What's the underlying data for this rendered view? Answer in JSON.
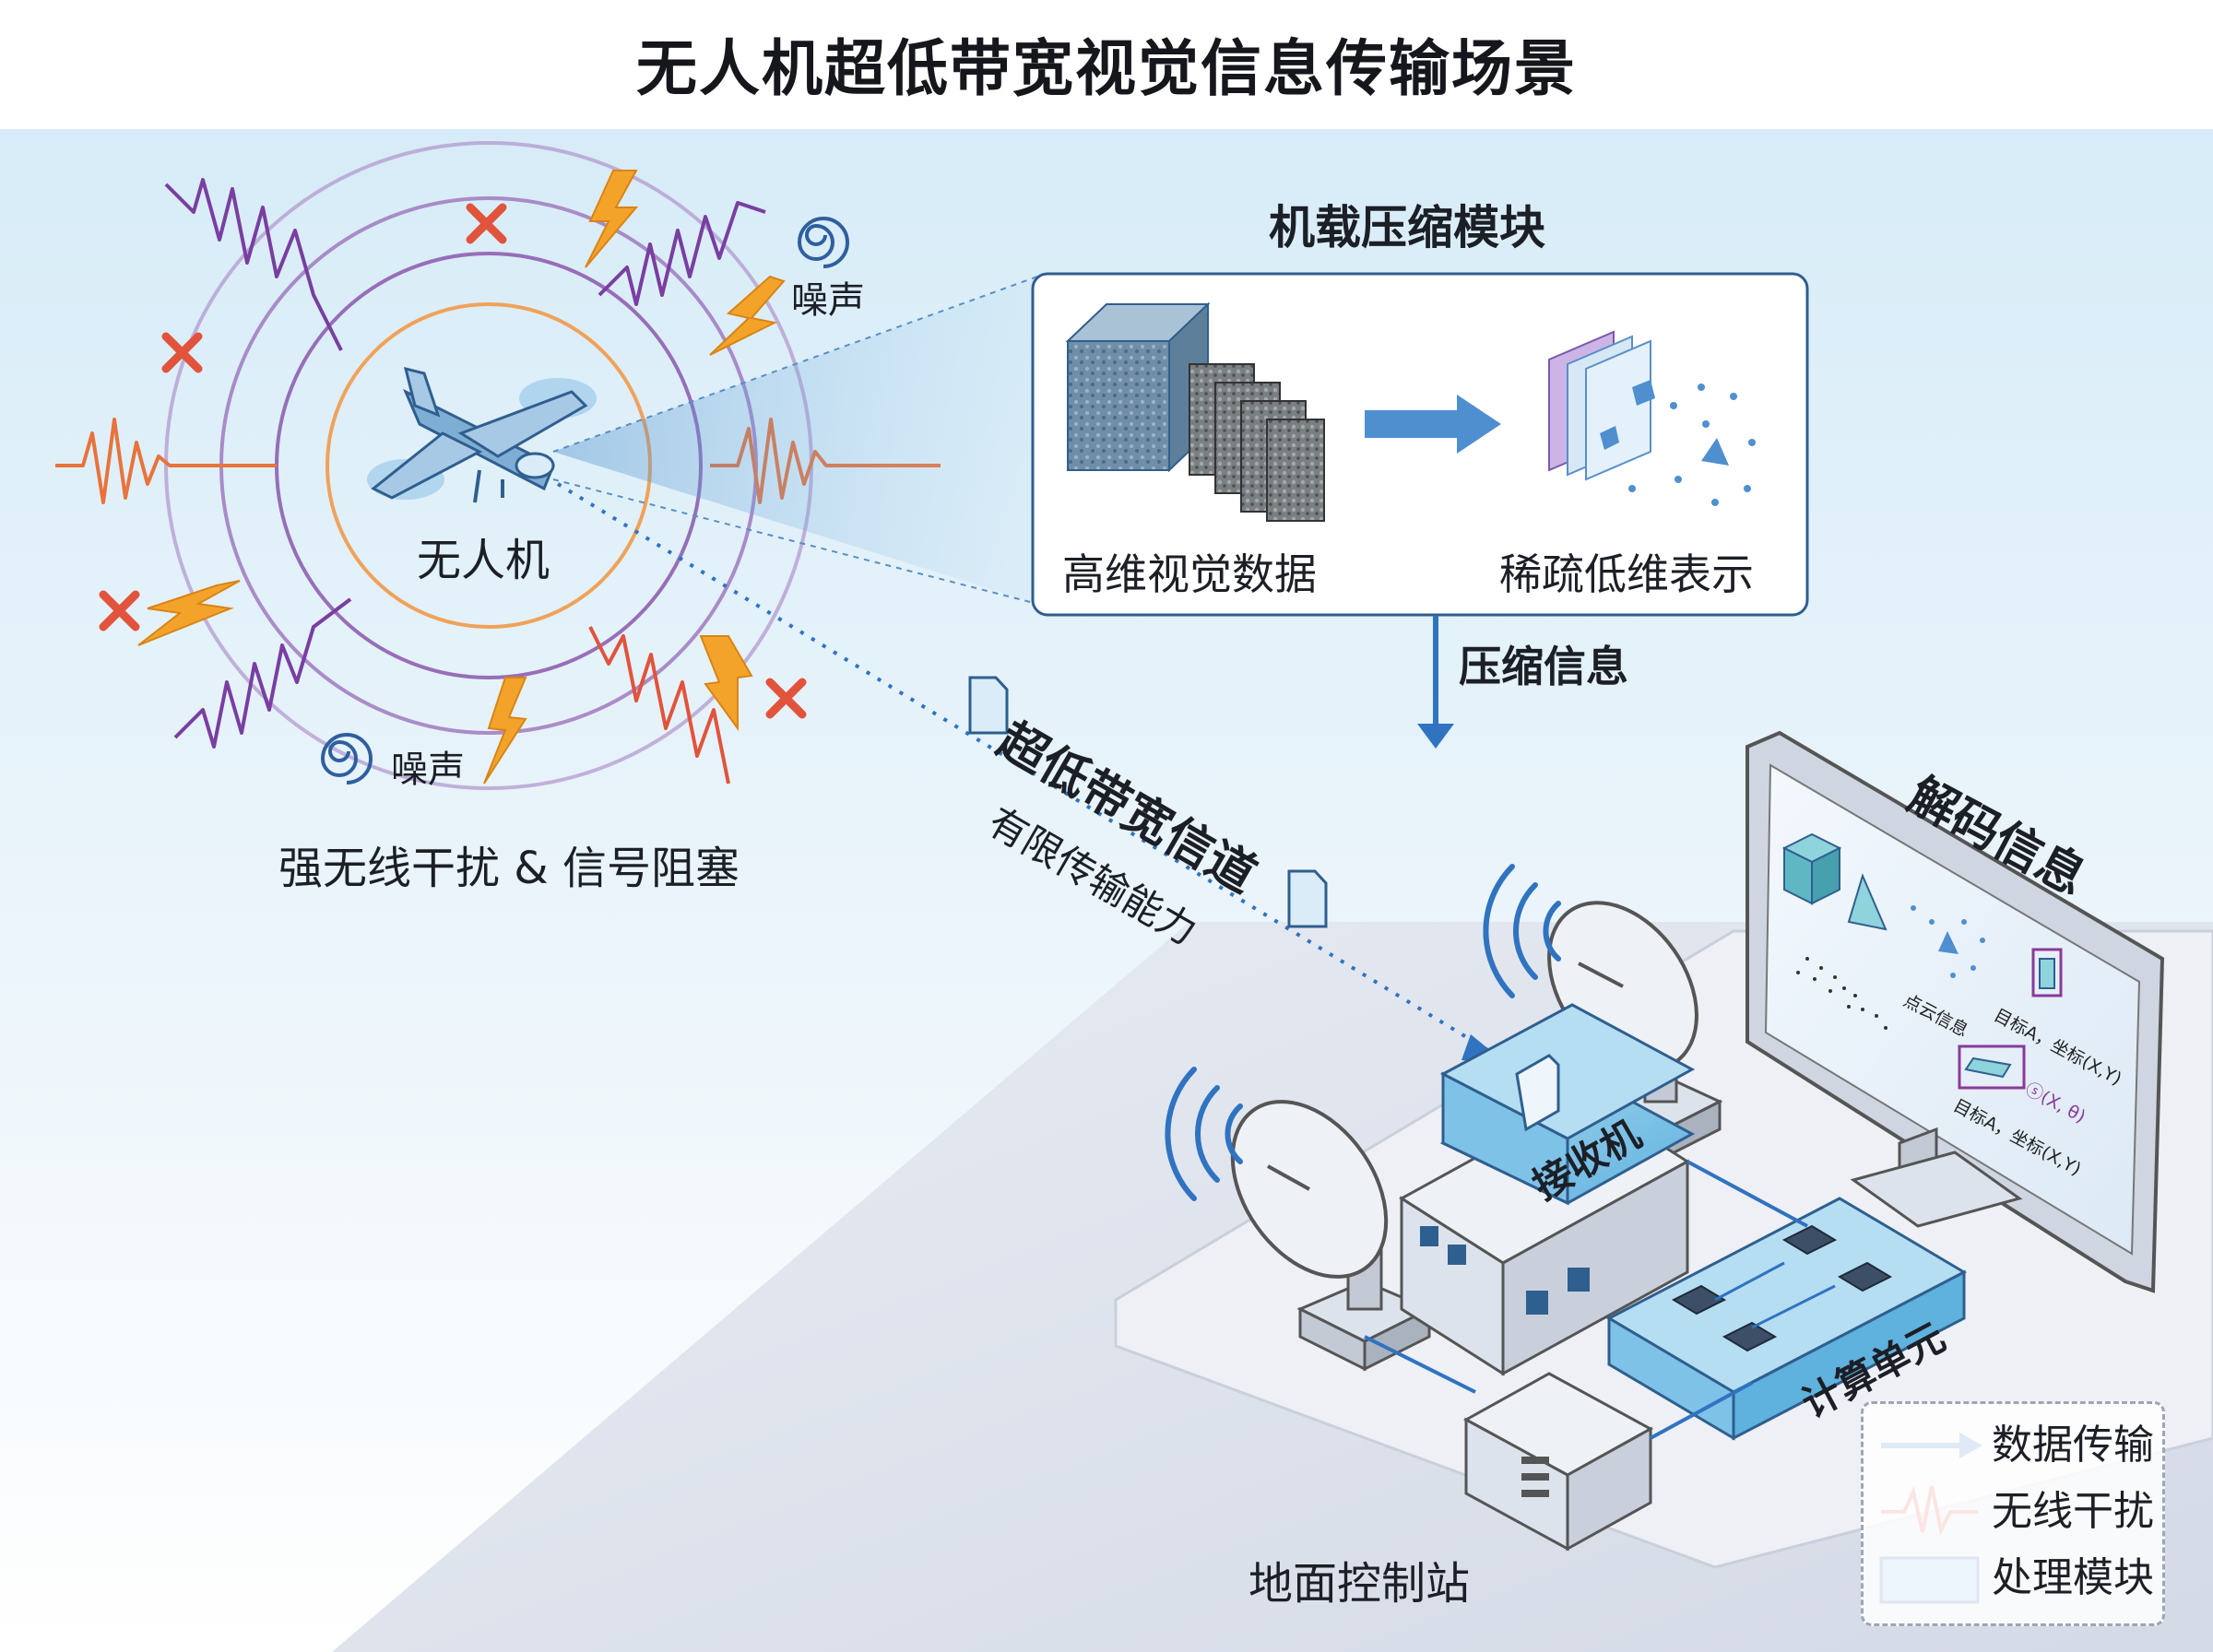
{
  "title": "无人机超低带宽视觉信息传输场景",
  "drone": {
    "label": "无人机",
    "noise_label": "噪声",
    "interference_caption": "强无线干扰 & 信号阻塞"
  },
  "onboard": {
    "title": "机载压缩模块",
    "input_label": "高维视觉数据",
    "output_label": "稀疏低维表示",
    "arrow_label": "压缩信息"
  },
  "channel": {
    "title": "超低带宽信道",
    "subtitle": "有限传输能力"
  },
  "ground": {
    "label": "地面控制站",
    "receiver_label": "接收机",
    "compute_label": "计算单元",
    "screen": {
      "title": "解码信息",
      "point_cloud_label": "点云信息",
      "target_label_1": "目标A，坐标(X,Y)",
      "theta_label": "ⓢ(X, θ)",
      "target_label_2": "目标A，坐标(X,Y)"
    }
  },
  "legend": {
    "items": [
      {
        "label": "数据传输",
        "icon": "arrow-icon"
      },
      {
        "label": "无线干扰",
        "icon": "wave-icon"
      },
      {
        "label": "处理模块",
        "icon": "block-icon"
      }
    ]
  },
  "colors": {
    "accent_blue": "#2f73c1",
    "interference_red": "#e2533c",
    "interference_purple": "#7a3ea1",
    "lightning": "#f4a32a",
    "module_blue": "#7ec2e8"
  }
}
